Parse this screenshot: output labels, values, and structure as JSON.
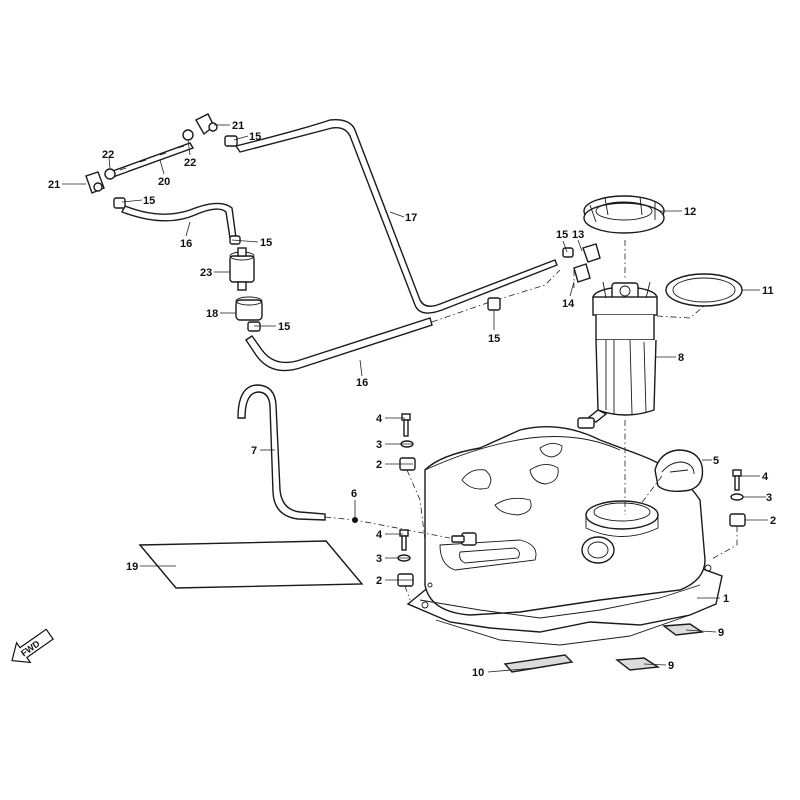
{
  "diagram": {
    "callouts": {
      "c1": "1",
      "c2a": "2",
      "c2b": "2",
      "c2c": "2",
      "c3a": "3",
      "c3b": "3",
      "c3c": "3",
      "c4a": "4",
      "c4b": "4",
      "c4c": "4",
      "c5": "5",
      "c6": "6",
      "c7": "7",
      "c8": "8",
      "c9a": "9",
      "c9b": "9",
      "c10": "10",
      "c11": "11",
      "c12": "12",
      "c13": "13",
      "c14": "14",
      "c15a": "15",
      "c15b": "15",
      "c15c": "15",
      "c15d": "15",
      "c15e": "15",
      "c15f": "15",
      "c16a": "16",
      "c16b": "16",
      "c17": "17",
      "c18": "18",
      "c19": "19",
      "c20": "20",
      "c21a": "21",
      "c21b": "21",
      "c22a": "22",
      "c22b": "22",
      "c23": "23"
    },
    "fwd_label": "FWD"
  }
}
